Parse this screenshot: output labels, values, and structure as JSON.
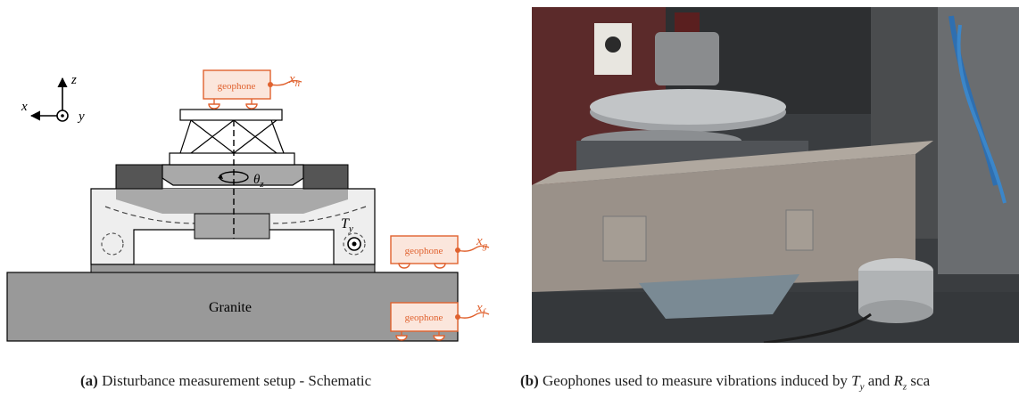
{
  "schematic": {
    "axes": {
      "x": "x",
      "y": "y",
      "z": "z"
    },
    "sensor_label": "geophone",
    "sensor_color": "#e0622f",
    "signals": {
      "top": "x",
      "top_sub": "h",
      "middle": "x",
      "middle_sub": "g",
      "bottom": "x",
      "bottom_sub": "f"
    },
    "rotation_label": "θ",
    "rotation_sub": "z",
    "translation_label": "T",
    "translation_sub": "y",
    "granite_label": "Granite"
  },
  "captions": {
    "a_tag": "(a)",
    "a_text": "Disturbance measurement setup - Schematic",
    "b_tag": "(b)",
    "b_text_1": "Geophones used to measure vibrations induced by ",
    "b_ty": "T",
    "b_ty_sub": "y",
    "b_and": " and ",
    "b_rz": "R",
    "b_rz_sub": "z",
    "b_text_2": " sca"
  }
}
